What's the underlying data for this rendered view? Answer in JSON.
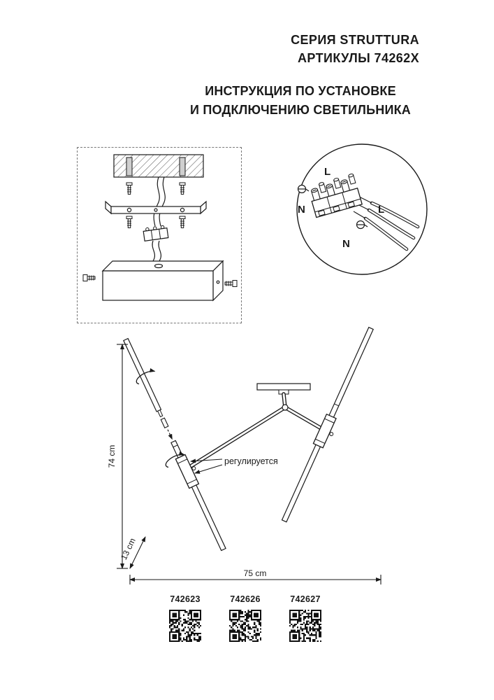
{
  "header": {
    "series": "СЕРИЯ STRUTTURA",
    "articles": "АРТИКУЛЫ 74262X"
  },
  "title": {
    "line1": "ИНСТРУКЦИЯ ПО УСТАНОВКЕ",
    "line2": "И ПОДКЛЮЧЕНИЮ СВЕТИЛЬНИКА"
  },
  "wiring": {
    "label_l_top": "L",
    "label_n_left": "N",
    "label_l_right": "L",
    "label_n_bottom": "N"
  },
  "fixture": {
    "adjust_label": "регулируется"
  },
  "dimensions": {
    "height": "74 cm",
    "offset": "13 cm",
    "width": "75 cm"
  },
  "articles": [
    {
      "number": "742623"
    },
    {
      "number": "742626"
    },
    {
      "number": "742627"
    }
  ],
  "icons": {
    "rotation_arrow": "↻",
    "ground_screw": "⊕"
  },
  "colors": {
    "ink": "#1a1a1a",
    "background": "#ffffff"
  }
}
